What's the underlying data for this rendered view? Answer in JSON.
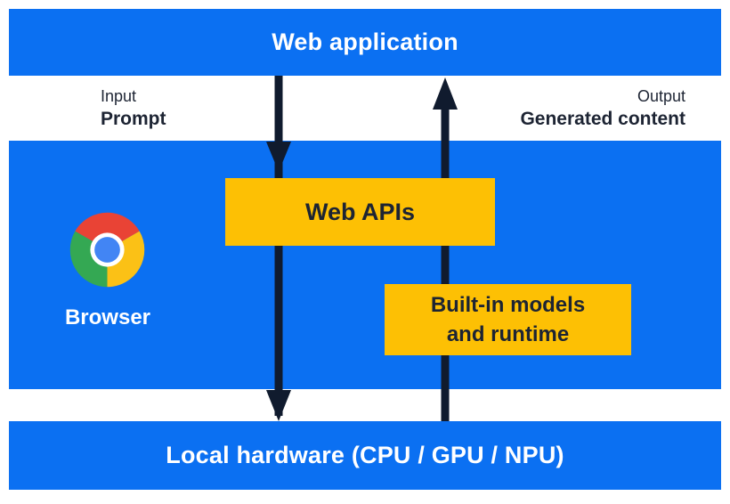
{
  "colors": {
    "panel_blue": "#0b70f2",
    "box_yellow": "#fdc004",
    "dark_text": "#1d2433",
    "arrow_dark": "#101b2e",
    "white": "#ffffff",
    "chrome_red": "#e94335",
    "chrome_yellow": "#fbc116",
    "chrome_green": "#34a853",
    "chrome_blue": "#4285f4"
  },
  "top_bar": {
    "label": "Web application"
  },
  "flow_labels": {
    "input_title": "Input",
    "input_value": "Prompt",
    "output_title": "Output",
    "output_value": "Generated content"
  },
  "browser_panel": {
    "label": "Browser",
    "logo_icon": "chrome-logo",
    "web_apis": {
      "label": "Web APIs"
    },
    "built_in": {
      "label_line1": "Built-in models",
      "label_line2": "and runtime"
    }
  },
  "bottom_bar": {
    "label": "Local hardware (CPU / GPU / NPU)"
  }
}
